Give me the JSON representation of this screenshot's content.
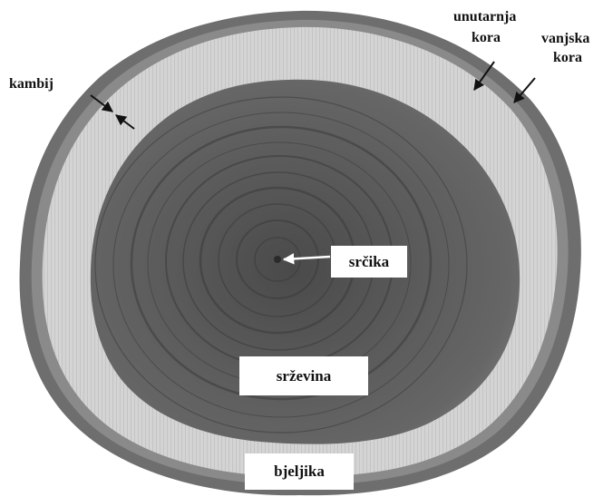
{
  "labels": {
    "kambij": "kambij",
    "unutarnja_kora_line1": "unutarnja",
    "unutarnja_kora_line2": "kora",
    "vanjska_kora_line1": "vanjska",
    "vanjska_kora_line2": "kora",
    "srcika": "srčika",
    "srzevina": "srževina",
    "bjeljika": "bjeljika"
  },
  "colors": {
    "background": "#ffffff",
    "outer_bark": "#6e6e6e",
    "inner_bark": "#8c8c8c",
    "sapwood": "#d2d2d2",
    "heartwood": "#5a5a5a",
    "pith_region": "#444444",
    "label_box": "#ffffff",
    "arrow": "#111111"
  }
}
